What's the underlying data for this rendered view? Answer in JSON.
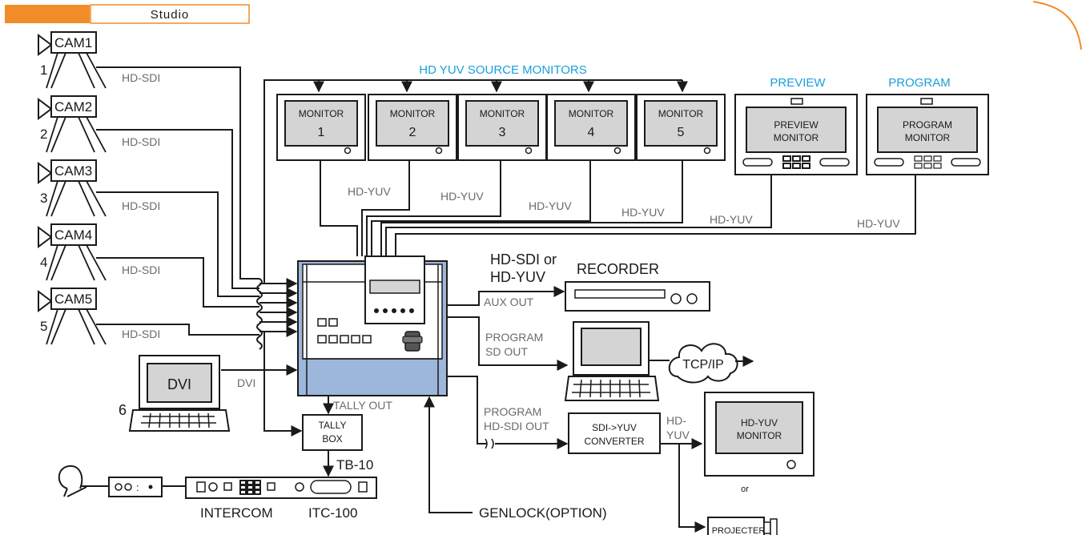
{
  "header": {
    "tab_label": "Studio",
    "accent_color": "#f28c28",
    "tab_border_color": "#f28c28"
  },
  "colors": {
    "section_title": "#1aa0dc",
    "switcher_body": "#9db6dc",
    "line": "#1a1a1a"
  },
  "sections": {
    "source_monitors_title": "HD YUV SOURCE MONITORS",
    "preview_title": "PREVIEW",
    "program_title": "PROGRAM"
  },
  "cameras": [
    {
      "label": "CAM1",
      "number": "1",
      "link": "HD-SDI"
    },
    {
      "label": "CAM2",
      "number": "2",
      "link": "HD-SDI"
    },
    {
      "label": "CAM3",
      "number": "3",
      "link": "HD-SDI"
    },
    {
      "label": "CAM4",
      "number": "4",
      "link": "HD-SDI"
    },
    {
      "label": "CAM5",
      "number": "5",
      "link": "HD-SDI"
    }
  ],
  "dvi_source": {
    "screen_label": "DVI",
    "number": "6",
    "link": "DVI"
  },
  "source_monitors": [
    {
      "label": "MONITOR",
      "number": "1"
    },
    {
      "label": "MONITOR",
      "number": "2"
    },
    {
      "label": "MONITOR",
      "number": "3"
    },
    {
      "label": "MONITOR",
      "number": "4"
    },
    {
      "label": "MONITOR",
      "number": "5"
    }
  ],
  "monitor_links": [
    "HD-YUV",
    "HD-YUV",
    "HD-YUV",
    "HD-YUV",
    "HD-YUV",
    "HD-YUV"
  ],
  "preview_monitor": {
    "line1": "PREVIEW",
    "line2": "MONITOR"
  },
  "program_monitor": {
    "line1": "PROGRAM",
    "line2": "MONITOR"
  },
  "recorder": {
    "label": "RECORDER",
    "input_line1": "HD-SDI or",
    "input_line2": "HD-YUV",
    "out_label": "AUX OUT"
  },
  "program_sd": {
    "line1": "PROGRAM",
    "line2": "SD OUT"
  },
  "network": {
    "label": "TCP/IP"
  },
  "program_hdsdi": {
    "line1": "PROGRAM",
    "line2": "HD-SDI OUT"
  },
  "converter": {
    "line1": "SDI->YUV",
    "line2": "CONVERTER",
    "out1": "HD-",
    "out2": "YUV"
  },
  "hdyuv_monitor": {
    "line1": "HD-YUV",
    "line2": "MONITOR"
  },
  "or_label": "or",
  "projector_label": "PROJECTER",
  "tally": {
    "out_label": "TALLY OUT",
    "box_line1": "TALLY",
    "box_line2": "BOX",
    "link": "TB-10"
  },
  "intercom": {
    "label": "INTERCOM",
    "model": "ITC-100"
  },
  "genlock": {
    "label": "GENLOCK(OPTION)"
  }
}
